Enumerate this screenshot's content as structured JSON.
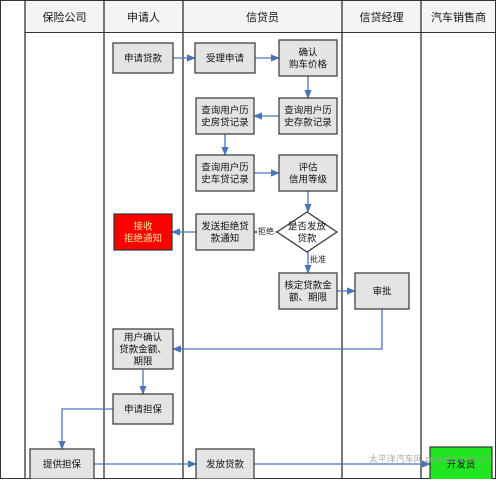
{
  "lanes": [
    {
      "id": "insurer",
      "title": "保险公司"
    },
    {
      "id": "applicant",
      "title": "申请人"
    },
    {
      "id": "officer",
      "title": "信贷员"
    },
    {
      "id": "manager",
      "title": "信贷经理"
    },
    {
      "id": "dealer",
      "title": "汽车销售商"
    }
  ],
  "nodes": [
    {
      "id": "apply_loan",
      "lines": [
        "申请贷款"
      ],
      "style": "process"
    },
    {
      "id": "accept_apply",
      "lines": [
        "受理申请"
      ],
      "style": "process"
    },
    {
      "id": "confirm_price",
      "lines": [
        "确认",
        "购车价格"
      ],
      "style": "process"
    },
    {
      "id": "query_deposit",
      "lines": [
        "查询用户历",
        "史存款记录"
      ],
      "style": "process"
    },
    {
      "id": "query_house",
      "lines": [
        "查询用户历",
        "史房贷记录"
      ],
      "style": "process"
    },
    {
      "id": "query_car",
      "lines": [
        "查询用户历",
        "史车贷记录"
      ],
      "style": "process"
    },
    {
      "id": "assess_credit",
      "lines": [
        "评估",
        "信用等级"
      ],
      "style": "process"
    },
    {
      "id": "decide_loan",
      "lines": [
        "是否发放",
        "贷款"
      ],
      "style": "decision"
    },
    {
      "id": "send_reject",
      "lines": [
        "发送拒绝贷",
        "款通知"
      ],
      "style": "process"
    },
    {
      "id": "receive_reject",
      "lines": [
        "接收",
        "拒绝通知"
      ],
      "style": "alert"
    },
    {
      "id": "set_amount",
      "lines": [
        "核定贷款金",
        "额、期限"
      ],
      "style": "process"
    },
    {
      "id": "approve",
      "lines": [
        "审批"
      ],
      "style": "process"
    },
    {
      "id": "user_confirm",
      "lines": [
        "用户确认",
        "贷款金额、",
        "期限"
      ],
      "style": "process"
    },
    {
      "id": "apply_guarantee",
      "lines": [
        "申请担保"
      ],
      "style": "process"
    },
    {
      "id": "provide_guarantee",
      "lines": [
        "提供担保"
      ],
      "style": "process"
    },
    {
      "id": "issue_loan",
      "lines": [
        "发放贷款"
      ],
      "style": "process"
    },
    {
      "id": "dealer_pickup",
      "lines": [
        "开发货"
      ],
      "style": "success"
    }
  ],
  "edges": [
    {
      "from": "apply_loan",
      "to": "accept_apply",
      "label": ""
    },
    {
      "from": "accept_apply",
      "to": "confirm_price",
      "label": ""
    },
    {
      "from": "confirm_price",
      "to": "query_deposit",
      "label": ""
    },
    {
      "from": "query_deposit",
      "to": "query_house",
      "label": ""
    },
    {
      "from": "query_house",
      "to": "query_car",
      "label": ""
    },
    {
      "from": "query_car",
      "to": "assess_credit",
      "label": ""
    },
    {
      "from": "assess_credit",
      "to": "decide_loan",
      "label": ""
    },
    {
      "from": "decide_loan",
      "to": "send_reject",
      "label": "拒绝"
    },
    {
      "from": "send_reject",
      "to": "receive_reject",
      "label": ""
    },
    {
      "from": "decide_loan",
      "to": "set_amount",
      "label": "批准"
    },
    {
      "from": "set_amount",
      "to": "approve",
      "label": ""
    },
    {
      "from": "approve",
      "to": "user_confirm",
      "label": ""
    },
    {
      "from": "user_confirm",
      "to": "apply_guarantee",
      "label": ""
    },
    {
      "from": "apply_guarantee",
      "to": "provide_guarantee",
      "label": ""
    },
    {
      "from": "provide_guarantee",
      "to": "issue_loan",
      "label": ""
    },
    {
      "from": "issue_loan",
      "to": "dealer_pickup",
      "label": ""
    }
  ],
  "watermark": "太平洋汽车网 pcauto.com.cn",
  "colors": {
    "line": "#333333",
    "arrow": "#4a74b8",
    "process_fill": "#e4e4e4",
    "header_fill": "#f4f4f4",
    "alert_fill": "#ff0000",
    "alert_text": "#f5e6a0",
    "success_fill": "#22e522"
  }
}
